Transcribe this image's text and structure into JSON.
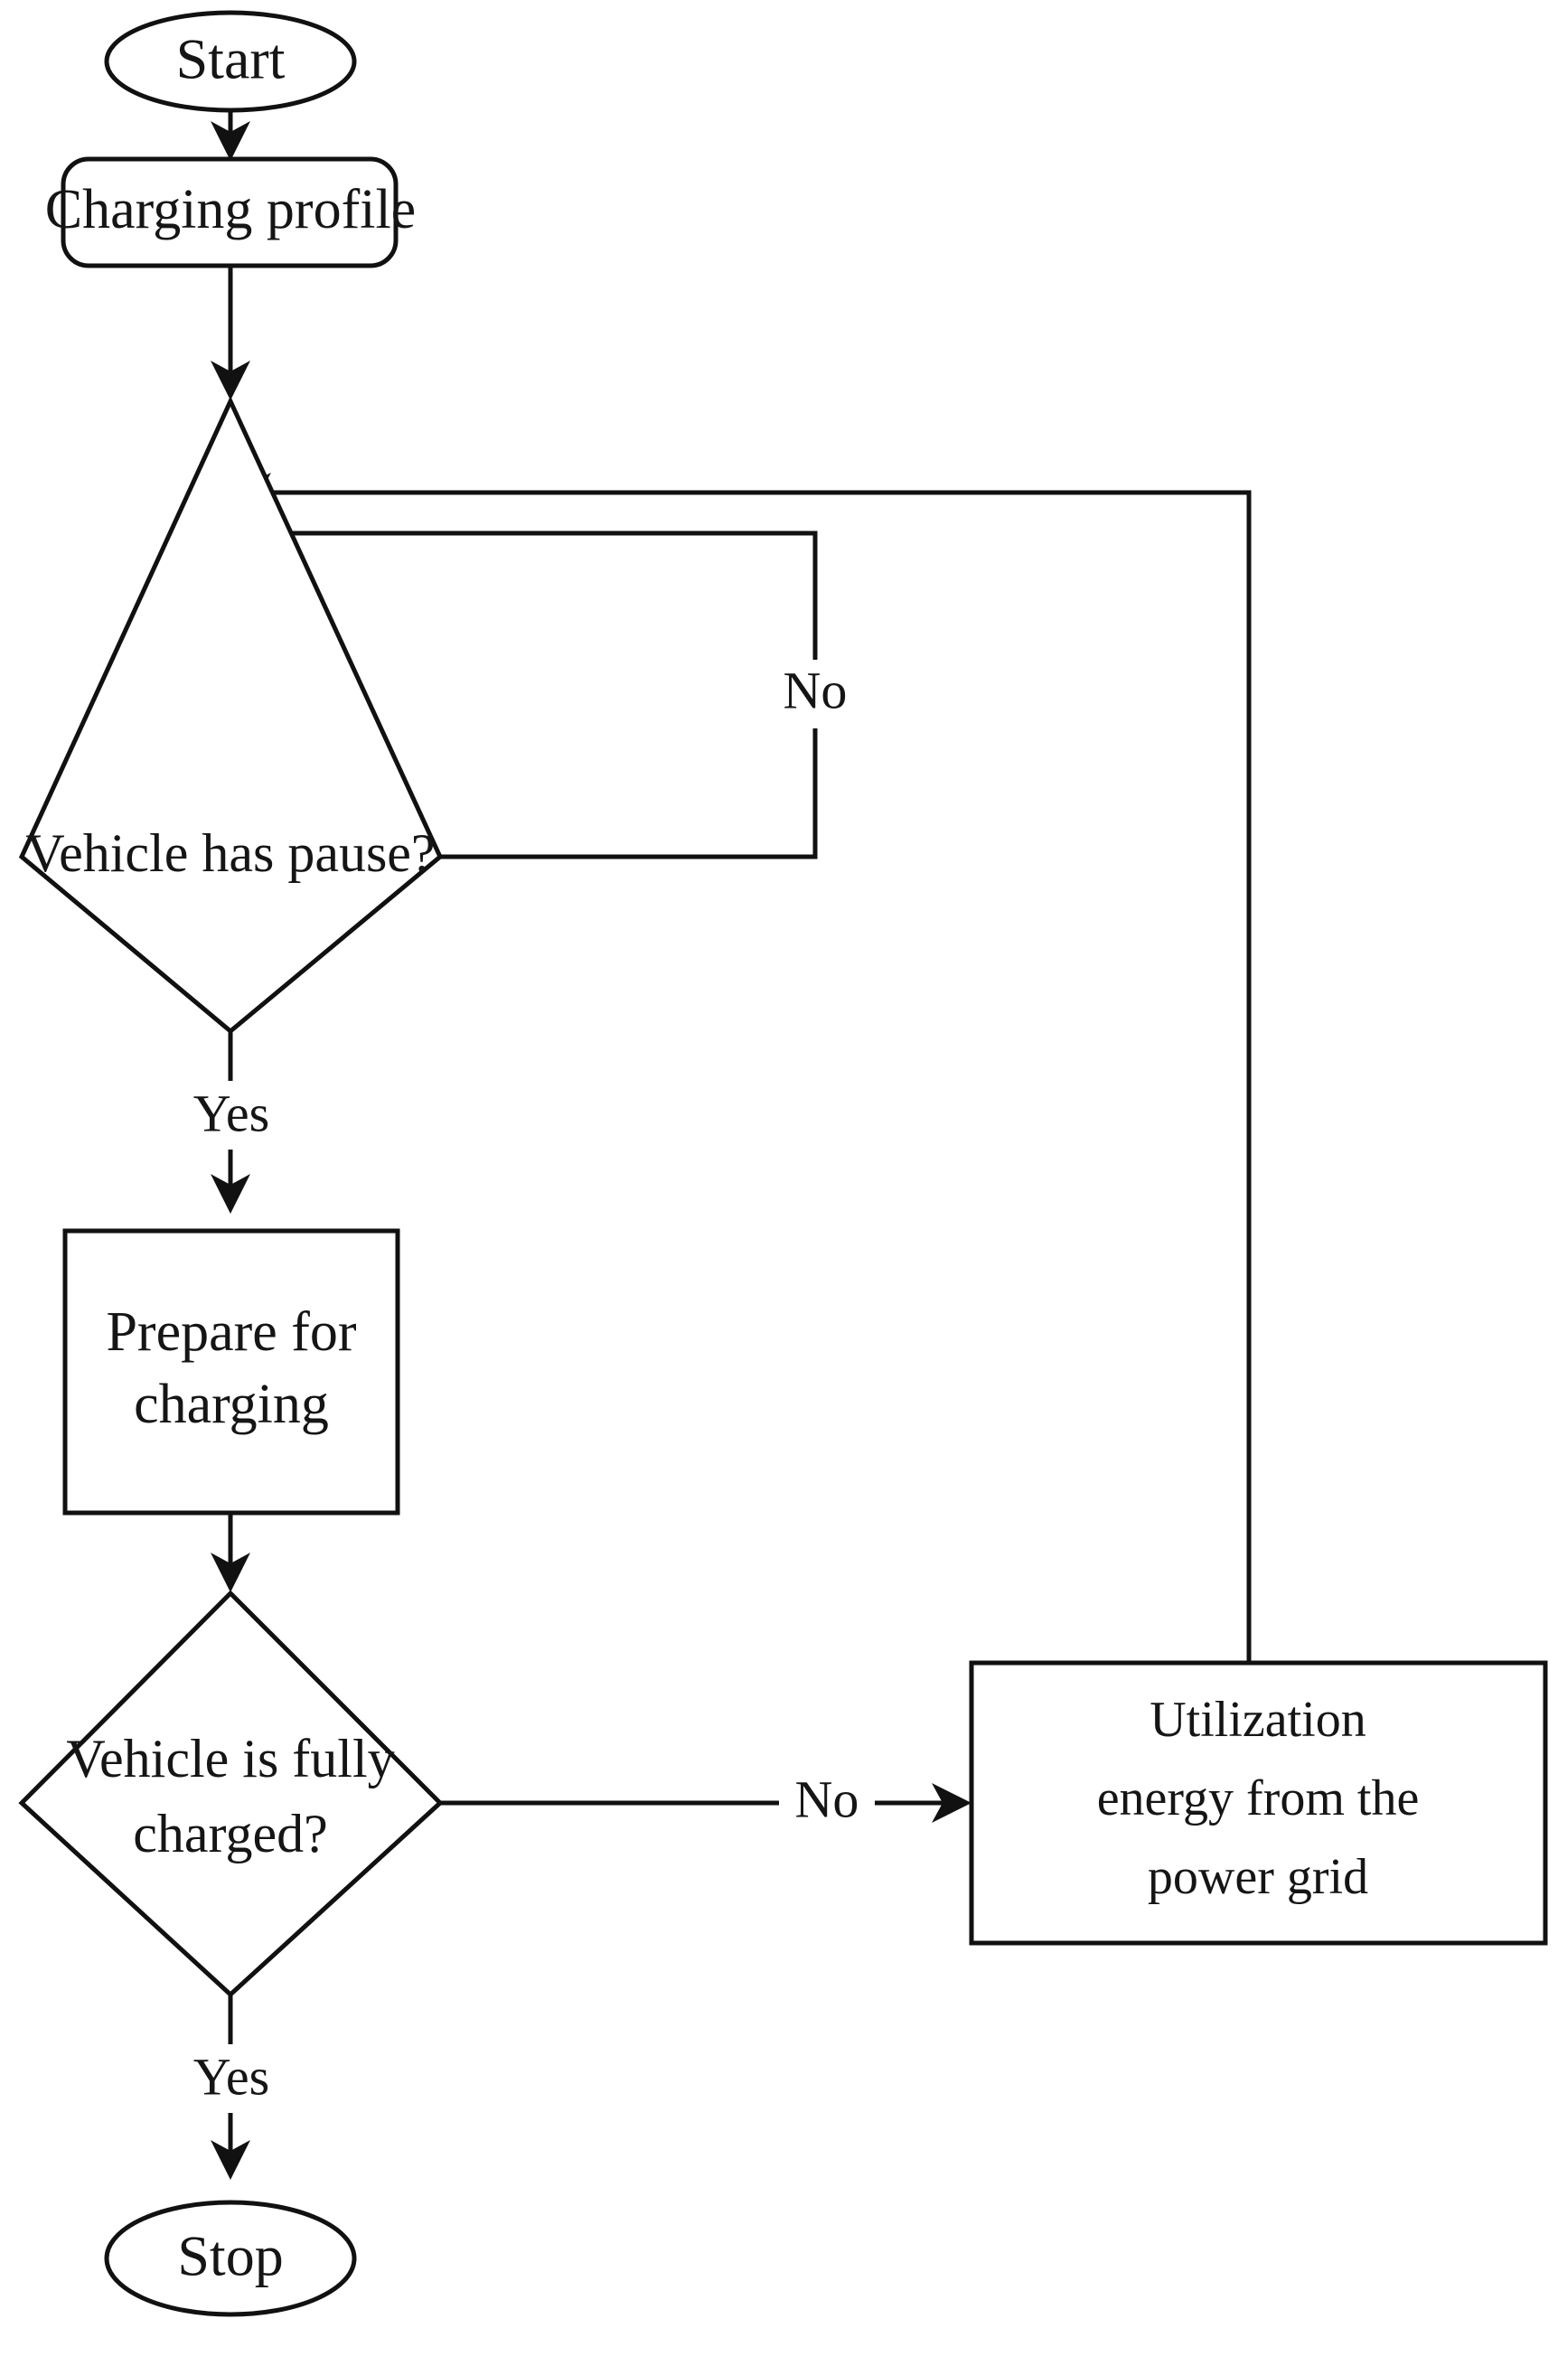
{
  "diagram": {
    "title": "Electric vehicle charging decision flowchart",
    "background_color": "#ffffff",
    "line_color": "#111111",
    "text_color": "#151515"
  },
  "nodes": {
    "start": {
      "label": "Start",
      "shape": "ellipse"
    },
    "charging_profile": {
      "label": "Charging profile",
      "shape": "rounded-rectangle"
    },
    "vehicle_has_pause": {
      "label": "Vehicle has pause?",
      "shape": "diamond"
    },
    "prepare_for_charging": {
      "label_line1": "Prepare for",
      "label_line2": "charging",
      "shape": "rectangle"
    },
    "vehicle_fully_charged": {
      "label_line1": "Vehicle is fully",
      "label_line2": "charged?",
      "shape": "diamond"
    },
    "utilization_energy": {
      "label_line1": "Utilization",
      "label_line2": "energy from the",
      "label_line3": "power grid",
      "shape": "rectangle"
    },
    "stop": {
      "label": "Stop",
      "shape": "ellipse"
    }
  },
  "edges": {
    "pause_no": {
      "label": "No"
    },
    "pause_yes": {
      "label": "Yes"
    },
    "charged_no": {
      "label": "No"
    },
    "charged_yes": {
      "label": "Yes"
    }
  },
  "chart_data": {
    "type": "diagram",
    "title": "Electric vehicle charging decision flowchart",
    "nodes": [
      {
        "id": "start",
        "text": "Start",
        "shape": "ellipse"
      },
      {
        "id": "charging_profile",
        "text": "Charging profile",
        "shape": "rounded-rectangle"
      },
      {
        "id": "vehicle_has_pause",
        "text": "Vehicle has pause?",
        "shape": "diamond"
      },
      {
        "id": "prepare_for_charging",
        "text": "Prepare for charging",
        "shape": "rectangle"
      },
      {
        "id": "vehicle_fully_charged",
        "text": "Vehicle is fully charged?",
        "shape": "diamond"
      },
      {
        "id": "utilization_energy",
        "text": "Utilization energy from the power grid",
        "shape": "rectangle"
      },
      {
        "id": "stop",
        "text": "Stop",
        "shape": "ellipse"
      }
    ],
    "links": [
      {
        "from": "start",
        "to": "charging_profile",
        "label": ""
      },
      {
        "from": "charging_profile",
        "to": "vehicle_has_pause",
        "label": ""
      },
      {
        "from": "vehicle_has_pause",
        "to": "charging_profile",
        "label": "No"
      },
      {
        "from": "vehicle_has_pause",
        "to": "prepare_for_charging",
        "label": "Yes"
      },
      {
        "from": "prepare_for_charging",
        "to": "vehicle_fully_charged",
        "label": ""
      },
      {
        "from": "vehicle_fully_charged",
        "to": "utilization_energy",
        "label": "No"
      },
      {
        "from": "utilization_energy",
        "to": "charging_profile",
        "label": ""
      },
      {
        "from": "vehicle_fully_charged",
        "to": "stop",
        "label": "Yes"
      }
    ]
  }
}
